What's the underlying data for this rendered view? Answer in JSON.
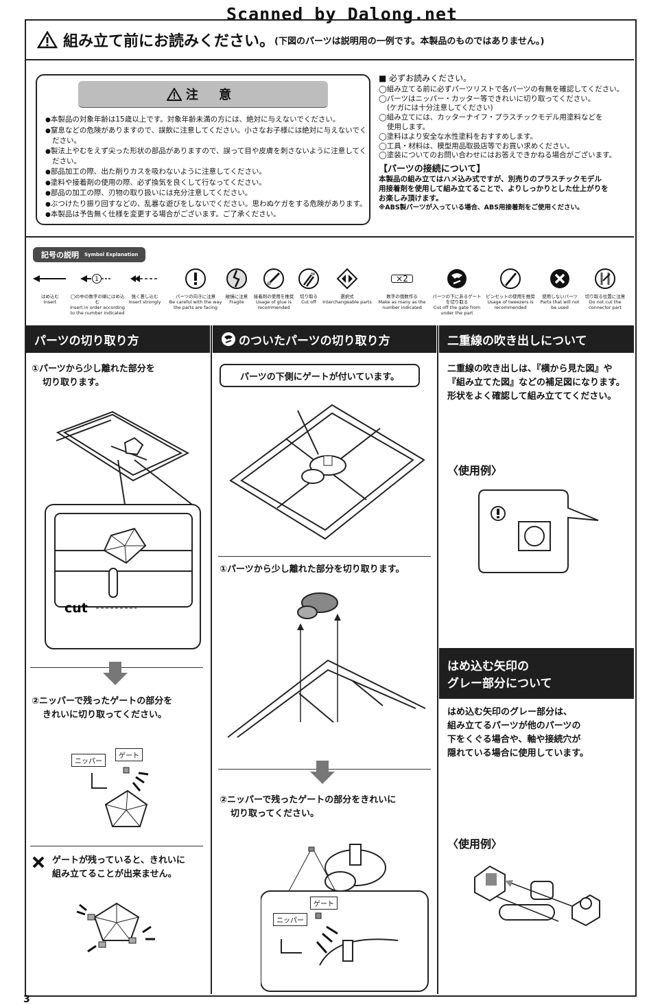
{
  "scanner_credit": "Scanned by Dalong.net",
  "header": {
    "title": "組み立て前にお読みください。",
    "subtitle": "(下図のパーツは説明用の一例です。本製品のものではありません。)"
  },
  "caution": {
    "heading": "注 意",
    "items": [
      "本製品の対象年齢は15歳以上です。対象年齢未満の方には、絶対に与えないでください。",
      "窒息などの危険がありますので、誤飲に注意してください。小さなお子様には絶対に与えないでください。",
      "製法上やむをえず尖った形状の部品がありますので、誤って目や皮膚を刺さないように注意してください。",
      "部品加工の際、出た削りカスを吸わないように注意してください。",
      "塗料や接着剤の使用の際、必ず換気を良くして行なってください。",
      "部品の加工の際、刃物の取り扱いには充分注意してください。",
      "ぶつけたり振り回すなどの、乱暴な遊びをしないでください。思わぬケガをする危険があります。",
      "本製品は予告無く仕様を変更する場合がございます。ご了承ください。"
    ]
  },
  "must_read": {
    "heading": "■ 必ずお読みください。",
    "items": [
      "◯組み立てる前に必ずパーツリストで各パーツの有無を確認してください。",
      "◯パーツはニッパー・カッター等できれいに切り取ってください。",
      "(ケガには十分注意してください)",
      "◯組み立てには、カッターナイフ・プラスチックモデル用塗料などを",
      "使用します。",
      "◯塗料はより安全な水性塗料をおすすめします。",
      "◯工具・材料は、模型用品取扱店等でお買い求めください。",
      "◯塗装についてのお問い合わせにはお答えできかねる場合がございます。"
    ],
    "connection_heading": "【パーツの接続について】",
    "connection_text": [
      "本製品の組み立てはハメ込み式ですが、別売りのプラスチックモデル",
      "用接着剤を使用して組み立てることで、よりしっかりとした仕上がりを",
      "お楽しみ頂けます。"
    ],
    "note": "※ABS製パーツが入っている場合、ABS用接着剤をご使用ください。"
  },
  "symbols": {
    "label": "記号の説明",
    "label_en": "Symbol Explanation",
    "items": [
      {
        "jp": "はめ込む",
        "en": "Insert"
      },
      {
        "jp": "◯の中の数字の順にはめ込む",
        "en": "Insert in order according to the number indicated"
      },
      {
        "jp": "強く差し込む",
        "en": "Insert strongly"
      },
      {
        "jp": "パーツの向きに注意",
        "en": "Be careful with the way the parts are facing"
      },
      {
        "jp": "破損に注意",
        "en": "Fragile"
      },
      {
        "jp": "接着剤の使用を推奨",
        "en": "Usage of glue is recommended"
      },
      {
        "jp": "切り取る",
        "en": "Cut off"
      },
      {
        "jp": "選択式",
        "en": "Interchangeable parts"
      },
      {
        "jp": "数字の個数作る",
        "en": "Make as many as the number indicated"
      },
      {
        "jp": "パーツの下にあるゲートを切り取る",
        "en": "Cut off the gate from under the part"
      },
      {
        "jp": "ピンセットの使用を推奨",
        "en": "Usage of tweezers is recommended"
      },
      {
        "jp": "使用しないパーツ",
        "en": "Parts that will not be used"
      },
      {
        "jp": "切り取る位置に注意",
        "en": "Do not cut the connector part"
      }
    ],
    "times_label": "×2",
    "num_label": "1"
  },
  "col1": {
    "heading": "パーツの切り取り方",
    "step1": [
      "①パーツから少し離れた部分を",
      "切り取ります。"
    ],
    "cut_label": "cut",
    "step2": [
      "②ニッパーで残ったゲートの部分を",
      "きれいに切り取ってください。"
    ],
    "nipper_label": "ニッパー",
    "gate_label": "ゲート",
    "ng": [
      "ゲートが残っていると、きれいに",
      "組み立てることが出来ません。"
    ]
  },
  "col2": {
    "heading": "のついたパーツの切り取り方",
    "callout": "パーツの下側にゲートが付いています。",
    "step1": "①パーツから少し離れた部分を切り取ります。",
    "step2": [
      "②ニッパーで残ったゲートの部分をきれいに",
      "切り取ってください。"
    ],
    "nipper_label": "ニッパー",
    "gate_label": "ゲート"
  },
  "col3": {
    "heading": "二重線の吹き出しについて",
    "text": [
      "二重線の吹き出しは、『横から見た図』や",
      "『組み立てた図』などの補足図になります。",
      "形状をよく確認して組み立ててください。"
    ],
    "example1": "〈使用例〉",
    "heading2": [
      "はめ込む矢印の",
      "グレー部分について"
    ],
    "text2": [
      "はめ込む矢印のグレー部分は、",
      "組み立てるパーツが他のパーツの",
      "下をくぐる場合や、軸や接続穴が",
      "隠れている場合に使用しています。"
    ],
    "example2": "〈使用例〉"
  },
  "page_number": "3"
}
